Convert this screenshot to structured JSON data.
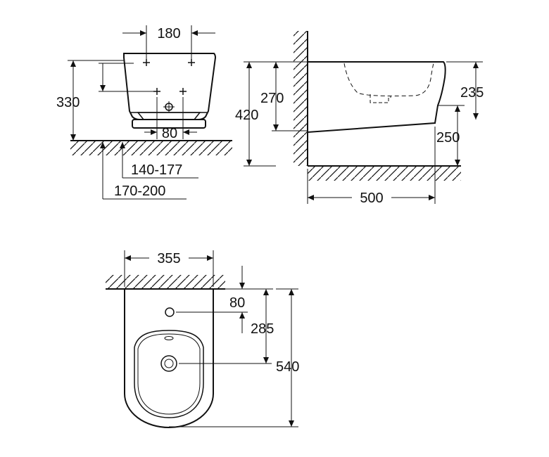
{
  "front_view": {
    "width_top": "180",
    "height": "330",
    "spacing_bottom": "80",
    "range_a": "140-177",
    "range_b": "170-200"
  },
  "side_view": {
    "outer_height": "420",
    "inner_height": "270",
    "top_height": "235",
    "bottom_height": "250",
    "depth": "500"
  },
  "top_view": {
    "width": "355",
    "hole_offset": "80",
    "center_offset": "285",
    "length": "540"
  }
}
